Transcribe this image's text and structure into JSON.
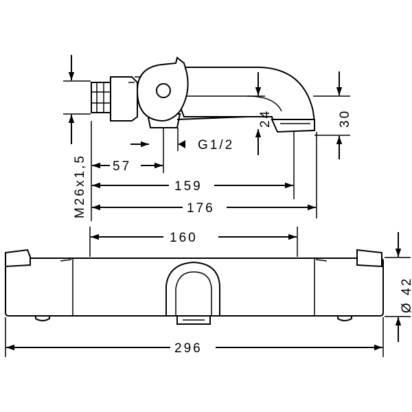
{
  "labels": {
    "d24": "24",
    "d30": "30",
    "g12": "G1/2",
    "d57": "57",
    "d159": "159",
    "d176": "176",
    "thread": "M26x1,5",
    "d160": "160",
    "d296": "296",
    "d42": "Ø 42"
  },
  "colors": {
    "line": "#000000",
    "background": "#ffffff"
  }
}
